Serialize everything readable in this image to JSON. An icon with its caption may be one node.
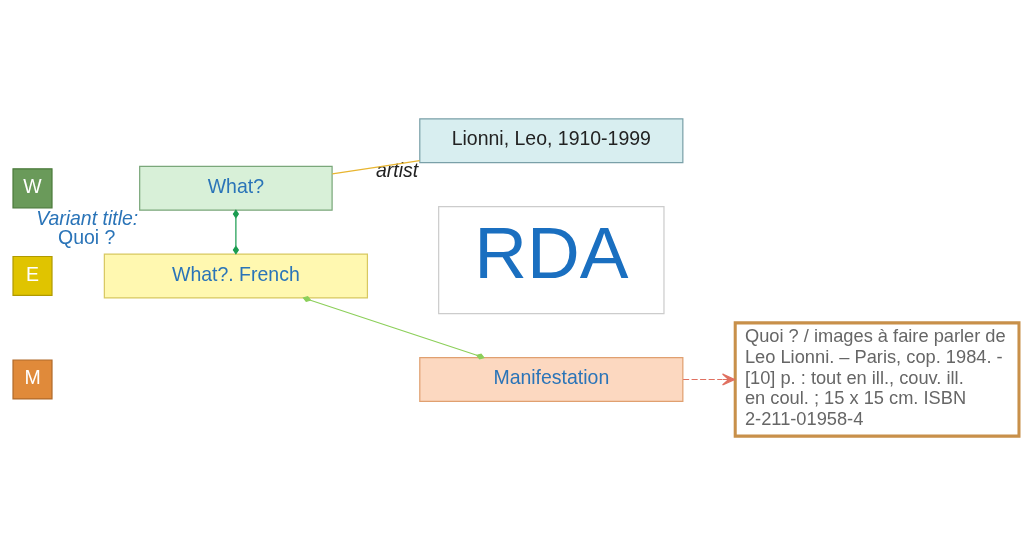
{
  "diagram": {
    "nodes": [
      {
        "text": [
          "W"
        ]
      },
      {
        "text": [
          "What?"
        ],
        "beside": [
          "Variant title:",
          "Quoi ?"
        ]
      },
      {
        "text": [
          "Lionni, Leo, 1910-1999"
        ],
        "beside": [
          "artist"
        ]
      },
      {
        "text": [
          "E"
        ]
      },
      {
        "text": [
          "What?. French"
        ]
      },
      {
        "text": [
          "M"
        ]
      },
      {
        "text": [
          "Manifestation"
        ]
      },
      {
        "text": [
          "RDA"
        ]
      },
      {
        "text": [
          "Quoi ? / images à faire parler de Leo Lionni. – Paris, cop. 1984. - [10] p. : tout en ill., couv. ill. en coul. ; 15 x 15 cm. ISBN 2-211-01958-4"
        ]
      }
    ],
    "edges": [
      {
        "from": 1,
        "to": 2,
        "arrow": "none",
        "color": "#e8b530"
      },
      {
        "from": 1,
        "to": 4,
        "arrow": "other",
        "color": "#1a9c50"
      },
      {
        "from": 4,
        "to": 6,
        "arrow": "other",
        "color": "#8ccf5a"
      },
      {
        "from": 6,
        "to": 8,
        "arrow": "to",
        "style": "dashed",
        "color": "#e07060"
      }
    ]
  }
}
